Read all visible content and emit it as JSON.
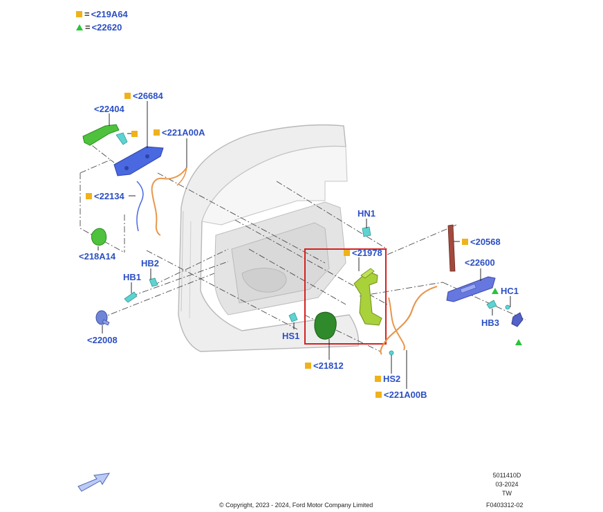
{
  "legend": {
    "square": {
      "equals": "=",
      "text": "<219A64"
    },
    "triangle": {
      "equals": "=",
      "text": "<22620"
    }
  },
  "colors": {
    "label_blue": "#2b4fc4",
    "marker_square": "#f0b21b",
    "marker_triangle": "#29c43a",
    "highlight_frame": "#d42020"
  },
  "callouts": {
    "p26684": "<26684",
    "p22404": "<22404",
    "p221A00A": "<221A00A",
    "p22134": "<22134",
    "p218A14": "<218A14",
    "hb2": "HB2",
    "hb1": "HB1",
    "p22008": "<22008",
    "hn1": "HN1",
    "p21978": "<21978",
    "p20568": "<20568",
    "p22600": "<22600",
    "hc1": "HC1",
    "hb3": "HB3",
    "hs1": "HS1",
    "p21812": "<21812",
    "hs2": "HS2",
    "p221A00B": "<221A00B"
  },
  "footer": {
    "copyright": "© Copyright, 2023 - 2024, Ford Motor Company Limited",
    "code_lines": [
      "5011410D",
      "03-2024",
      "TW"
    ],
    "figure_id": "F0403312-02"
  }
}
